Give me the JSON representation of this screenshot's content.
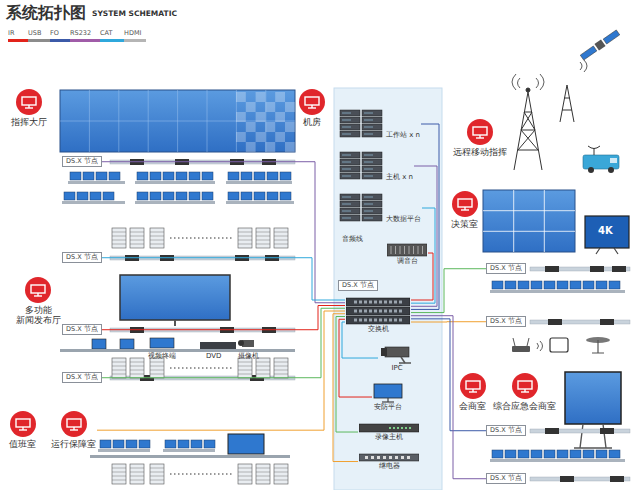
{
  "diagram": {
    "title": "系统拓扑图",
    "nodes": [
      {
        "text": [
          "指挥大厅"
        ]
      },
      {
        "text": [
          "机房"
        ]
      },
      {
        "text": [
          "远程移动指挥"
        ]
      },
      {
        "text": [
          "决策室"
        ]
      },
      {
        "text": [
          "多功能 新闻发布厅"
        ]
      },
      {
        "text": [
          "值班室"
        ]
      },
      {
        "text": [
          "运行保障室"
        ]
      },
      {
        "text": [
          "会商室"
        ]
      },
      {
        "text": [
          "综合应急会商室"
        ]
      },
      {
        "text": [
          "工作站 x n"
        ]
      },
      {
        "text": [
          "主机 x n"
        ]
      },
      {
        "text": [
          "大数据平台"
        ]
      },
      {
        "text": [
          "调音台"
        ]
      },
      {
        "text": [
          "交换机"
        ]
      },
      {
        "text": [
          "IPC"
        ]
      },
      {
        "text": [
          "安防平台"
        ]
      },
      {
        "text": [
          "录像主机"
        ]
      },
      {
        "text": [
          "继电器"
        ]
      },
      {
        "text": [
          "DS.X 节点"
        ]
      },
      {
        "text": [
          "DS.X 节点"
        ]
      },
      {
        "text": [
          "DS.X 节点"
        ]
      },
      {
        "text": [
          "DS.X 节点"
        ]
      },
      {
        "text": [
          "DS.X 节点"
        ]
      },
      {
        "text": [
          "DS.X 节点"
        ]
      },
      {
        "text": [
          "DS.X 节点"
        ]
      },
      {
        "text": [
          "DS.X 节点"
        ]
      },
      {
        "text": [
          "DS.X 节点"
        ]
      }
    ],
    "edges": [
      {
        "from": 18,
        "to": 13,
        "arrow": "none"
      },
      {
        "from": 19,
        "to": 13,
        "arrow": "none"
      },
      {
        "from": 21,
        "to": 13,
        "arrow": "none"
      },
      {
        "from": 22,
        "to": 13,
        "arrow": "none"
      },
      {
        "from": 6,
        "to": 13,
        "arrow": "none"
      },
      {
        "from": 9,
        "to": 13,
        "arrow": "none"
      },
      {
        "from": 10,
        "to": 13,
        "arrow": "none"
      },
      {
        "from": 11,
        "to": 13,
        "arrow": "none"
      },
      {
        "from": 12,
        "to": 13,
        "arrow": "none"
      },
      {
        "from": 23,
        "to": 13,
        "arrow": "none"
      },
      {
        "from": 24,
        "to": 13,
        "arrow": "none"
      },
      {
        "from": 25,
        "to": 13,
        "arrow": "none"
      },
      {
        "from": 26,
        "to": 13,
        "arrow": "none"
      },
      {
        "from": 14,
        "to": 13,
        "arrow": "none"
      },
      {
        "from": 15,
        "to": 13,
        "arrow": "none"
      },
      {
        "from": 16,
        "to": 13,
        "arrow": "none"
      },
      {
        "from": 17,
        "to": 13,
        "arrow": "none"
      }
    ],
    "labels": [
      "SYSTEM SCHEMATIC",
      "音频线",
      "视频终端",
      "DVD",
      "摄像机",
      "4K"
    ],
    "legend": [
      {
        "text": "IR",
        "color": "#e2231a"
      },
      {
        "text": "USB",
        "color": "#8c8c8c"
      },
      {
        "text": "FO",
        "color": "#3c5aa8"
      },
      {
        "text": "RS232",
        "color": "#a05ca8"
      },
      {
        "text": "CAT",
        "color": "#2fa8dc"
      },
      {
        "text": "HDMI",
        "color": "#b5b5b5"
      }
    ]
  }
}
